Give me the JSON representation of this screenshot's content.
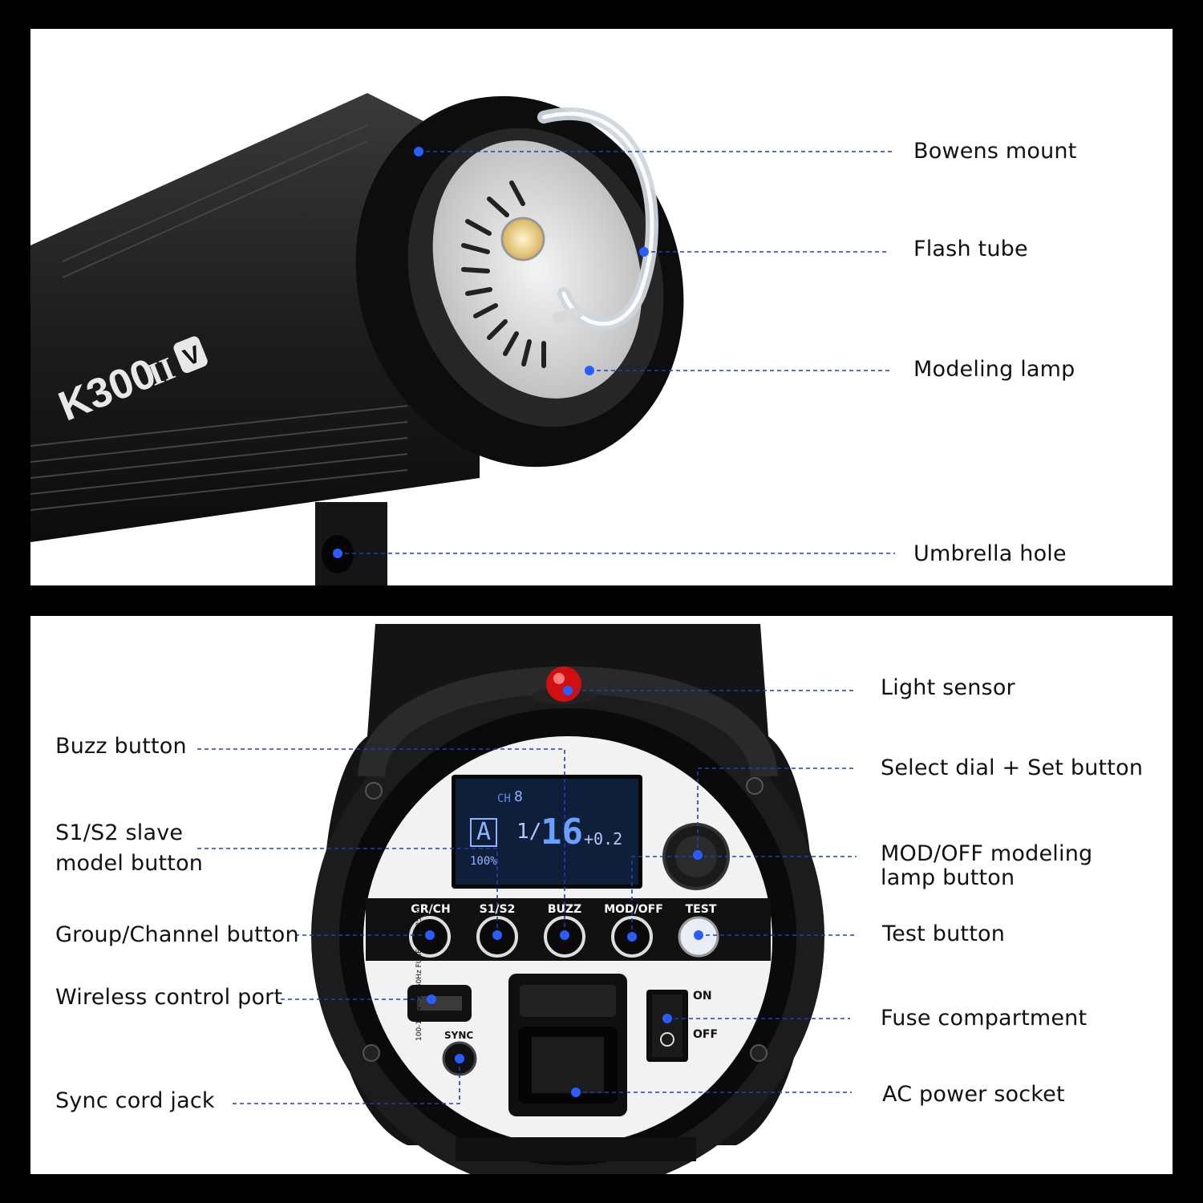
{
  "colors": {
    "leader": "#1f3fb3",
    "dot": "#2a5cff",
    "body": "#1a1a1a",
    "panel": "#ffffff",
    "sensor": "#d01010"
  },
  "product": {
    "model_label": "K300",
    "model_suffix": "II",
    "model_badge": "V"
  },
  "top_callouts": [
    {
      "id": "bowens-mount",
      "label": "Bowens mount"
    },
    {
      "id": "flash-tube",
      "label": "Flash tube"
    },
    {
      "id": "modeling-lamp",
      "label": "Modeling lamp"
    },
    {
      "id": "umbrella-hole",
      "label": "Umbrella hole"
    }
  ],
  "bottom_left_callouts": [
    {
      "id": "buzz-button",
      "label": "Buzz button"
    },
    {
      "id": "s1s2-button",
      "label": "S1/S2 slave model button"
    },
    {
      "id": "group-channel-button",
      "label": "Group/Channel button"
    },
    {
      "id": "wireless-port",
      "label": "Wireless control port"
    },
    {
      "id": "sync-jack",
      "label": "Sync cord jack"
    }
  ],
  "bottom_right_callouts": [
    {
      "id": "light-sensor",
      "label": "Light sensor"
    },
    {
      "id": "select-dial",
      "label": "Select dial + Set button"
    },
    {
      "id": "modoff-button",
      "label": "MOD/OFF modeling lamp button"
    },
    {
      "id": "test-button",
      "label": "Test button"
    },
    {
      "id": "fuse-compartment",
      "label": "Fuse compartment"
    },
    {
      "id": "ac-socket",
      "label": "AC power socket"
    }
  ],
  "control_panel": {
    "lcd": {
      "ch_label": "CH",
      "channel": "8",
      "mode": "A",
      "power_fraction": "1/",
      "power_value": "16",
      "power_adjust": "+0.2",
      "modeling_percent": "100%"
    },
    "buttons": [
      "GR/CH",
      "S1/S2",
      "BUZZ",
      "MOD/OFF",
      "TEST"
    ],
    "switch_on": "ON",
    "switch_off": "OFF",
    "sync_label": "SYNC",
    "power_rating": "100-120V~50/60Hz FUSE:F8AL 250V"
  }
}
